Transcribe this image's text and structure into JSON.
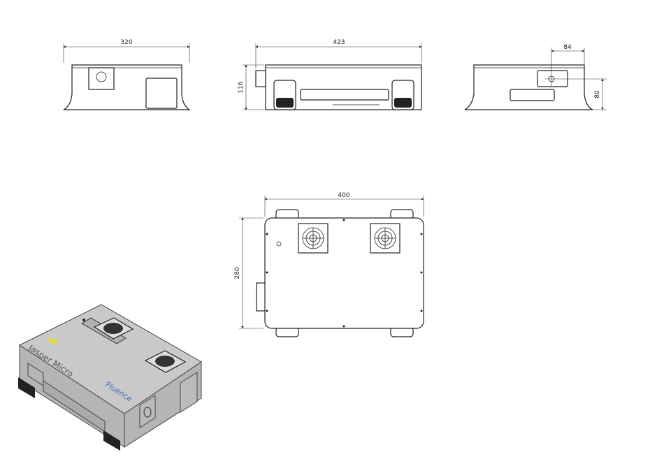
{
  "drawing": {
    "views": {
      "left_side": {
        "width_dim": "320"
      },
      "front": {
        "width_dim": "423",
        "height_dim": "116"
      },
      "right_side": {
        "offset_dim": "84",
        "height_dim": "80"
      },
      "top": {
        "width_dim": "400",
        "depth_dim": "280"
      }
    },
    "render_3d": {
      "product_logo": "Jasper Micro",
      "brand_logo": "Fluence",
      "product_logo_color": "#3f6fb5",
      "body_color": "#c9c9c9"
    }
  }
}
